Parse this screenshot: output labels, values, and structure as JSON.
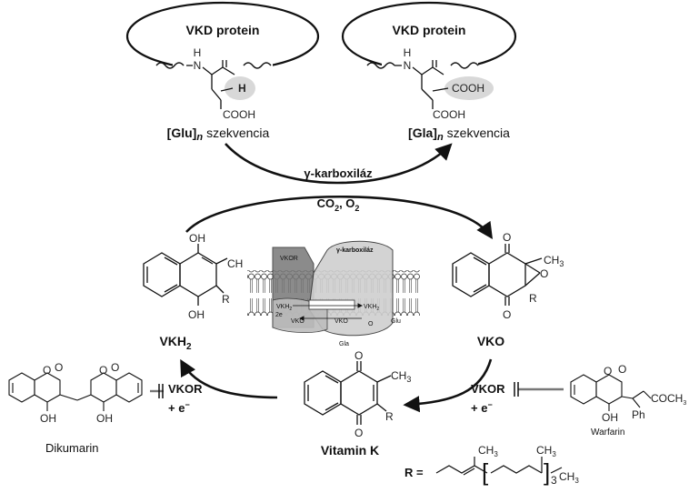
{
  "vkd_left": {
    "protein": "VKD protein",
    "nh": "H",
    "n": "N",
    "h_group": "H",
    "cooh": "COOH",
    "caption_main": "[Glu]",
    "caption_sub": "n",
    "caption_word": "szekvencia"
  },
  "vkd_right": {
    "protein": "VKD protein",
    "nh": "H",
    "n": "N",
    "cooh_top": "COOH",
    "cooh": "COOH",
    "caption_main": "[Gla]",
    "caption_sub": "n",
    "caption_word": "szekvencia"
  },
  "carboxylase": {
    "label": "γ-karboxiláz",
    "co2": "CO",
    "co2_sub": "2",
    "sep": ", O",
    "o2_sub": "2"
  },
  "vkh2": {
    "oh_top": "OH",
    "oh_bottom": "OH",
    "r": "R",
    "ch3": "CH",
    "label": "VKH",
    "label_sub": "2"
  },
  "vko": {
    "o_top": "O",
    "o_bottom": "O",
    "o_epox": "O",
    "ch3": "CH",
    "ch3_sub": "3",
    "r": "R",
    "label": "VKO"
  },
  "vitamin_k": {
    "o_top": "O",
    "o_bottom": "O",
    "ch3": "CH",
    "ch3_sub": "3",
    "r": "R",
    "label": "Vitamin K"
  },
  "vkor_left": {
    "label": "VKOR",
    "electron": "+ e",
    "sup": "−"
  },
  "vkor_right": {
    "label": "VKOR",
    "electron": "+ e",
    "sup": "−"
  },
  "dikumarin": {
    "label": "Dikumarin",
    "oh1": "OH",
    "oh2": "OH",
    "o1": "O",
    "o2": "O",
    "o3": "O",
    "o4": "O"
  },
  "warfarin": {
    "label": "Warfarin",
    "oh": "OH",
    "ph": "Ph",
    "acyl": "COCH",
    "acyl_sub": "3",
    "o1": "O",
    "o2": "O"
  },
  "membrane": {
    "vkor": "VKOR",
    "gamma": "γ-",
    "karboxilaz": "karboxiláz",
    "vkh2": "VKH",
    "vkh2_sub": "2",
    "vkh2_right": "VKH",
    "vkh2_right_sub": "2",
    "two_e": "2e",
    "vko_left": "VKO",
    "vko_mid": "VKO",
    "o2co2": "O",
    "glu": "Glu",
    "gla": "Gla"
  },
  "r_group": {
    "label": "R =",
    "ch3_a": "CH",
    "ch3_a_sub": "3",
    "ch3_b": "CH",
    "ch3_b_sub": "3",
    "ch3_c_sub": "3",
    "repeat": "3"
  }
}
